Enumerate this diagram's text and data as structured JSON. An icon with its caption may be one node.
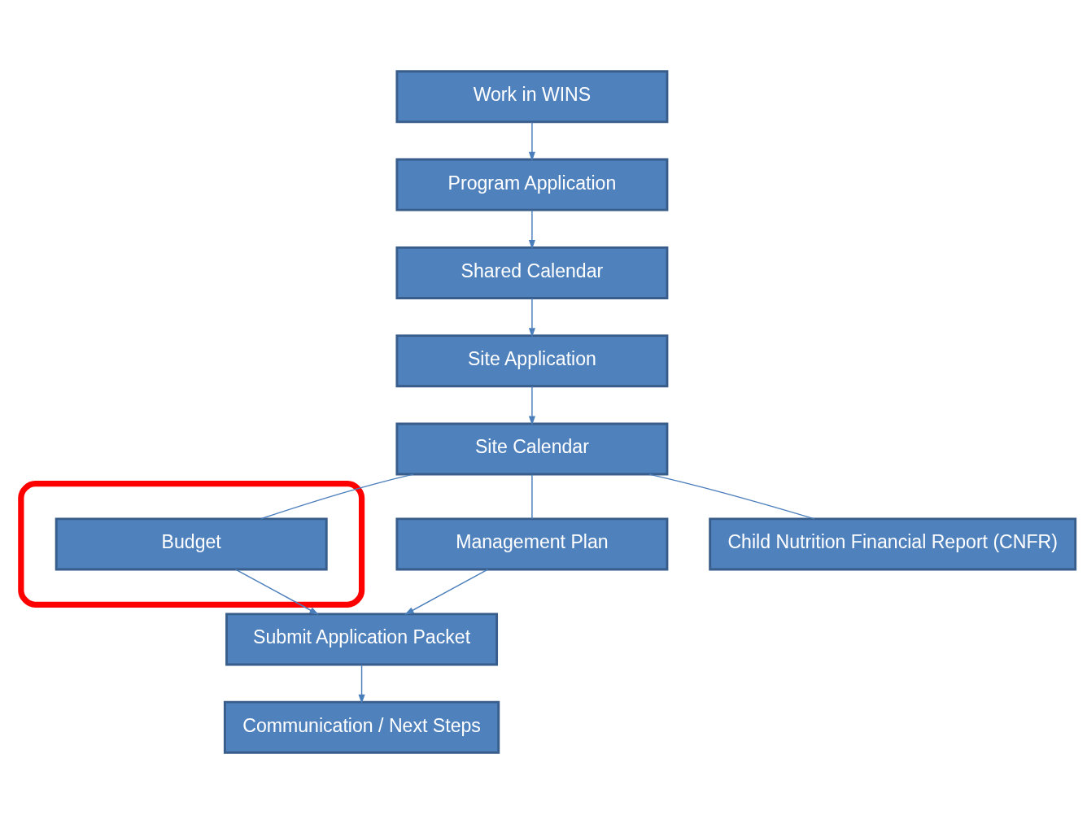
{
  "diagram": {
    "nodes": [
      {
        "text": [
          "Work in WINS"
        ]
      },
      {
        "text": [
          "Program Application"
        ]
      },
      {
        "text": [
          "Shared Calendar"
        ]
      },
      {
        "text": [
          "Site Application"
        ]
      },
      {
        "text": [
          "Site Calendar"
        ]
      },
      {
        "text": [],
        "shape": "ellipse"
      },
      {
        "text": [
          "Budget"
        ],
        "in": 5
      },
      {
        "text": [
          "Management Plan"
        ]
      },
      {
        "text": [
          "Child Nutrition Financial Report (CNFR)"
        ]
      },
      {
        "text": [
          "Submit Application Packet"
        ]
      },
      {
        "text": [
          "Communication / Next Steps"
        ]
      }
    ],
    "edges": [
      {
        "from": 0,
        "to": 1,
        "arrow": "to"
      },
      {
        "from": 1,
        "to": 2,
        "arrow": "to"
      },
      {
        "from": 2,
        "to": 3,
        "arrow": "to"
      },
      {
        "from": 3,
        "to": 4,
        "arrow": "to"
      },
      {
        "from": 4,
        "to": 6,
        "arrow": "none"
      },
      {
        "from": 4,
        "to": 7,
        "arrow": "none"
      },
      {
        "from": 4,
        "to": 8,
        "arrow": "none"
      },
      {
        "from": 6,
        "to": 9,
        "arrow": "to"
      },
      {
        "from": 7,
        "to": 9,
        "arrow": "to"
      },
      {
        "from": 9,
        "to": 10,
        "arrow": "to"
      }
    ]
  }
}
